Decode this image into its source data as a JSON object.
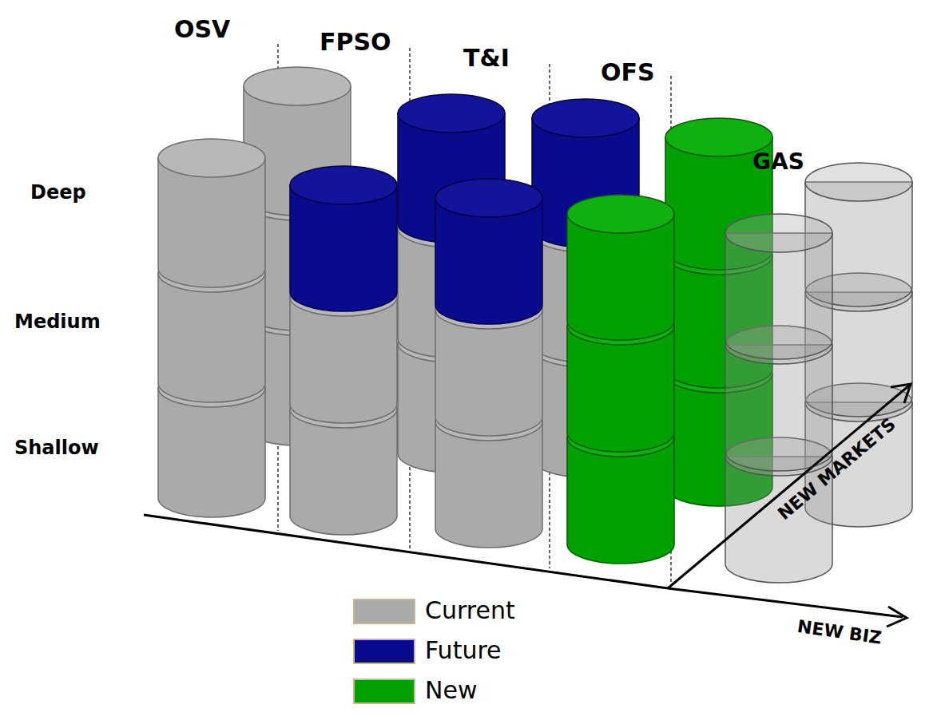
{
  "diagram": {
    "labels": [
      "OSV",
      "FPSO",
      "T&I",
      "OFS",
      "GAS",
      "Deep",
      "Medium",
      "Shallow",
      "NEW MARKETS",
      "NEW BIZ"
    ],
    "legend": [
      {
        "text": "Current",
        "color": "#aaaaaa"
      },
      {
        "text": "Future",
        "color": "#0a0a8c"
      },
      {
        "text": "New",
        "color": "#00a000"
      }
    ]
  }
}
